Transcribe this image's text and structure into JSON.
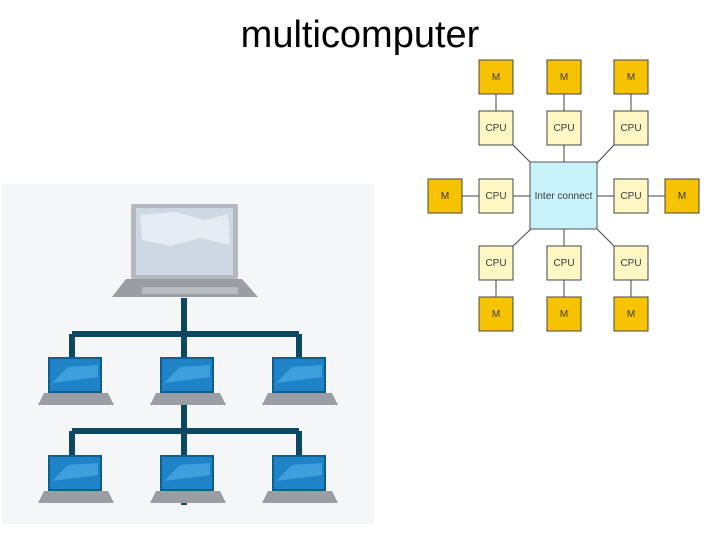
{
  "title": "multicomputer",
  "interconnect": {
    "label": "Inter connect"
  },
  "memory_label": "M",
  "cpu_label": "CPU",
  "colors": {
    "memory_fill": "#f7c300",
    "cpu_fill": "#fff8c4",
    "interconnect_fill": "#c9f3fb",
    "network_line": "#0d4761",
    "laptop_screen": "#1e83c7",
    "laptop_base": "#9a9ea4"
  }
}
